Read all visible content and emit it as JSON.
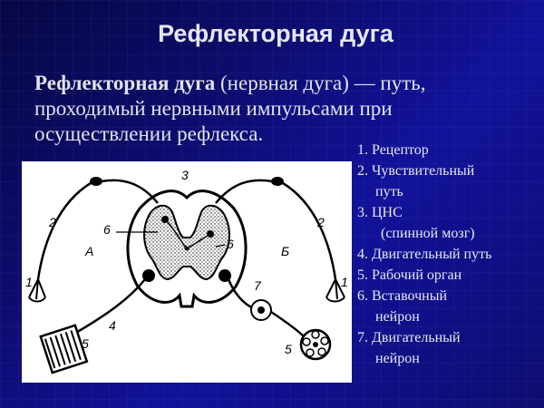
{
  "slide": {
    "title": "Рефлекторная дуга",
    "definition_term": "Рефлекторная дуга",
    "definition_rest_1": " (нервная дуга) — путь,",
    "definition_line_2": "проходимый нервными импульсами при",
    "definition_line_3": "осуществлении рефлекса."
  },
  "legend": [
    {
      "line1": "1.  Рецептор"
    },
    {
      "line1": "2.  Чувствительный",
      "line2": "путь"
    },
    {
      "line1": "3.  ЦНС",
      "line2": "(спинной мозг)"
    },
    {
      "line1": "4. Двигательный путь"
    },
    {
      "line1": "5. Рабочий орган"
    },
    {
      "line1": "6. Вставочный",
      "line2": "нейрон"
    },
    {
      "line1": "7.  Двигательный",
      "line2": "нейрон"
    }
  ],
  "diagram": {
    "labels": {
      "n1_left": "1",
      "n1_right": "1",
      "n2_left": "2",
      "n2_right": "2",
      "n3": "3",
      "n4": "4",
      "n5_left": "5",
      "n5_right": "5",
      "n6_left": "6",
      "n6_right": "6",
      "n7": "7",
      "side_a": "А",
      "side_b": "Б"
    }
  },
  "colors": {
    "background": "#0c0c6a",
    "text": "#e6e6f2",
    "diagram_bg": "#ffffff",
    "ink": "#000000"
  }
}
